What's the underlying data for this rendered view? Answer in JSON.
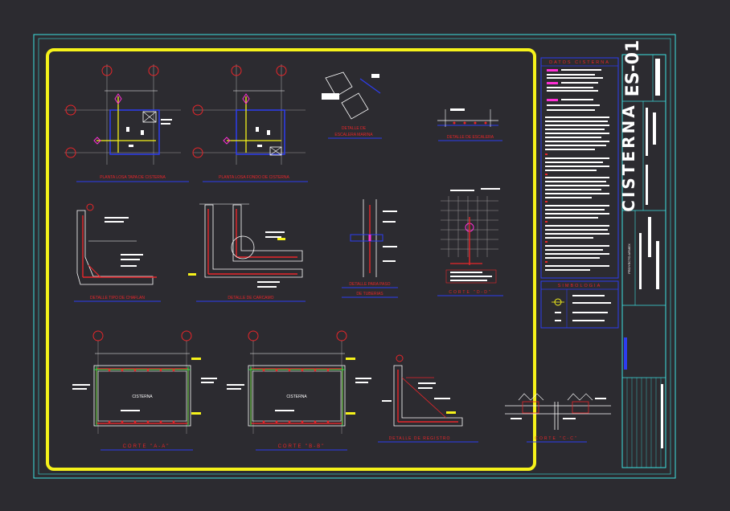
{
  "sheet": {
    "sheet_number": "ES-01",
    "sheet_title": "CISTERNA",
    "panel_data_header": "DATOS CISTERNA",
    "panel_symbols_header": "SIMBOLOGIA",
    "vertical_small_text": "PROYECTO ARMEX"
  },
  "drawings": {
    "plan_top_slab": "PLANTA LOSA TAPA DE CISTERNA",
    "plan_bottom_slab": "PLANTA LOSA FONDO DE CISTERNA",
    "stair_detail_1": "DETALLE DE",
    "stair_detail_2": "ESCALERA MARINA",
    "ladder_detail": "DETALLE DE ESCALERA",
    "wall_detail": "DETALLE TIPO DE CHAFLAN",
    "sump_detail": "DETALLE DE CARCAMO",
    "pipe_detail_1": "DETALLE PARA PASO",
    "pipe_detail_2": "DE TUBERIAS",
    "section_dd": "CORTE \"D-D\"",
    "section_aa": "CORTE \"A-A\"",
    "section_bb": "CORTE \"B-B\"",
    "register_detail": "DETALLE DE REGISTRO",
    "section_cc": "CORTE \"C-C\"",
    "cistern_label_a": "CISTERNA",
    "cistern_label_b": "CISTERNA"
  },
  "colors": {
    "background": "#2c2b30",
    "frame_outer": "#3ce0e0",
    "frame_yellow": "#f6f21a",
    "blue_line": "#2d3cf0",
    "red_line": "#e8262a",
    "magenta": "#ff2fd6",
    "green": "#28e04a",
    "white": "#ffffff",
    "grey": "#9a9a9a"
  }
}
